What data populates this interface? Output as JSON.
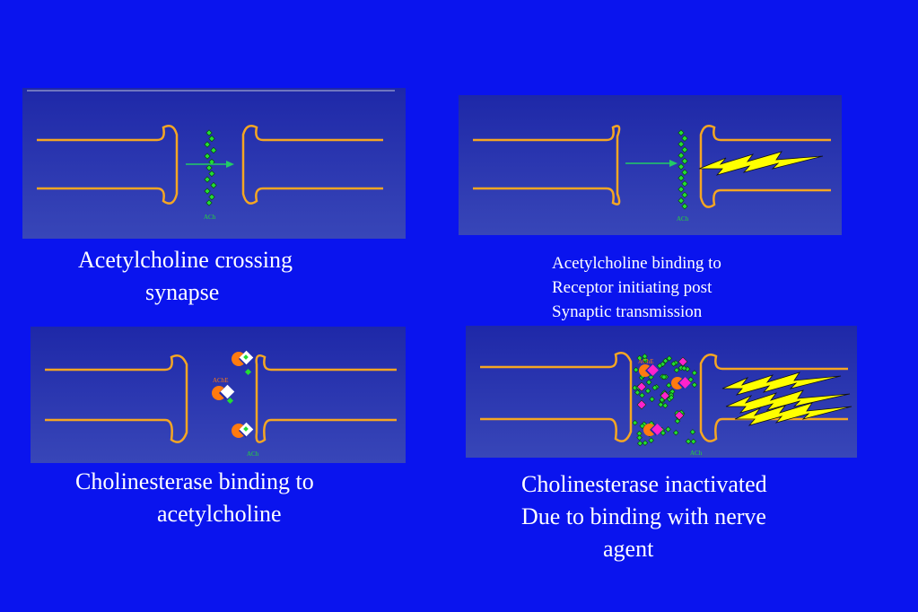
{
  "colors": {
    "background": "#0a14ee",
    "panel_top": "#1e28a8",
    "panel_bottom": "#3846b8",
    "neuron": "#f5a623",
    "ach": "#22dd33",
    "arrow": "#22cc66",
    "enzyme": "#ff7a10",
    "nerve_agent": "#ff22cc",
    "impulse": "#ffff00"
  },
  "icons": [
    "neuron-terminal-shape",
    "acetylcholine-molecule-icon",
    "arrow-icon",
    "lightning-bolt-icon",
    "cholinesterase-enzyme-icon",
    "nerve-agent-molecule-icon"
  ],
  "panels": {
    "p1": {
      "ach_label": "ACh"
    },
    "p2": {
      "ach_label": "ACh"
    },
    "p3": {
      "ache_label": "AChE",
      "ach_label": "ACh"
    },
    "p4": {
      "ache_label": "AChE",
      "ach_label": "ACh"
    }
  },
  "captions": {
    "p1": {
      "line1": "Acetylcholine crossing",
      "line2": "synapse"
    },
    "p2": {
      "line1": "Acetylcholine binding to",
      "line2": "Receptor initiating post",
      "line3": "Synaptic transmission"
    },
    "p3": {
      "line1": "Cholinesterase binding to",
      "line2": "acetylcholine"
    },
    "p4": {
      "line1": "Cholinesterase inactivated",
      "line2": "Due to binding with nerve",
      "line3": "agent"
    }
  }
}
